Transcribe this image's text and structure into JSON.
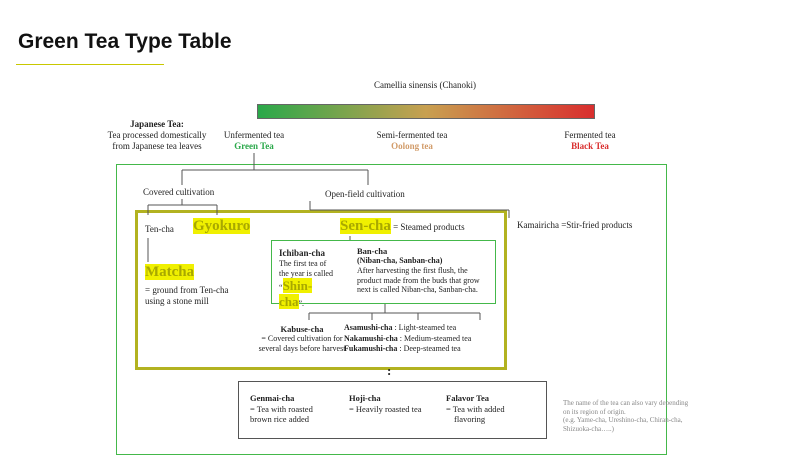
{
  "title": "Green Tea Type Table",
  "colors": {
    "green": "#2aa84a",
    "orange": "#d29c6a",
    "red": "#d92e2e",
    "olive": "#b2b220",
    "highlight": "#f0f000"
  },
  "root": "Camellia sinensis (Chanoki)",
  "japanese_tea": {
    "heading": "Japanese Tea:",
    "desc_1": "Tea processed domestically",
    "desc_2": "from Japanese tea leaves"
  },
  "fermentation": {
    "unfermented": {
      "label": "Unfermented tea",
      "name": "Green Tea"
    },
    "semi": {
      "label": "Semi-fermented tea",
      "name": "Oolong tea"
    },
    "fermented": {
      "label": "Fermented tea",
      "name": "Black Tea"
    }
  },
  "cultivation": {
    "covered": "Covered cultivation",
    "open": "Open-field cultivation"
  },
  "tencha": "Ten-cha",
  "gyokuro": "Gyokuro",
  "sencha": {
    "name": "Sen-cha",
    "desc": "= Steamed products"
  },
  "kamairicha": "Kamairicha =Stir-fried products",
  "matcha": {
    "name": "Matcha",
    "desc_1": "= ground from Ten-cha",
    "desc_2": "using a stone mill"
  },
  "ichiban": {
    "name": "Ichiban-cha",
    "desc_1": "The first tea of",
    "desc_2": "the year is called",
    "open_quote": "“",
    "shincha": "Shin-",
    "shincha_2": "cha",
    "close_quote": "”."
  },
  "bancha": {
    "name": "Ban-cha",
    "sub": "(Niban-cha, Sanban-cha)",
    "desc_1": "After harvesting the first flush, the",
    "desc_2": "product made from the buds that grow",
    "desc_3": "next is called Niban-cha, Sanban-cha."
  },
  "kabuse": {
    "name": "Kabuse-cha",
    "desc_1": "= Covered cultivation for",
    "desc_2": "several days before harvest"
  },
  "steamed": [
    {
      "name": "Asamushi-cha",
      "desc": " : Light-steamed tea"
    },
    {
      "name": "Nakamushi-cha",
      "desc": " : Medium-steamed tea"
    },
    {
      "name": "Fukamushi-cha",
      "desc": " : Deep-steamed tea"
    }
  ],
  "ellipsis": ":",
  "others": [
    {
      "name": "Genmai-cha",
      "desc_1": "= Tea with roasted",
      "desc_2": "brown rice added"
    },
    {
      "name": "Hoji-cha",
      "desc_1": "= Heavily roasted tea",
      "desc_2": ""
    },
    {
      "name": "Falavor Tea",
      "desc_1": "= Tea with added",
      "desc_2": "flavoring"
    }
  ],
  "note": {
    "l1": "The name of the tea can also vary depending",
    "l2": "on its region of origin.",
    "l3": "(e.g. Yame-cha, Ureshino-cha, Chiran-cha,",
    "l4": "Shizuoka-cha…..)"
  }
}
